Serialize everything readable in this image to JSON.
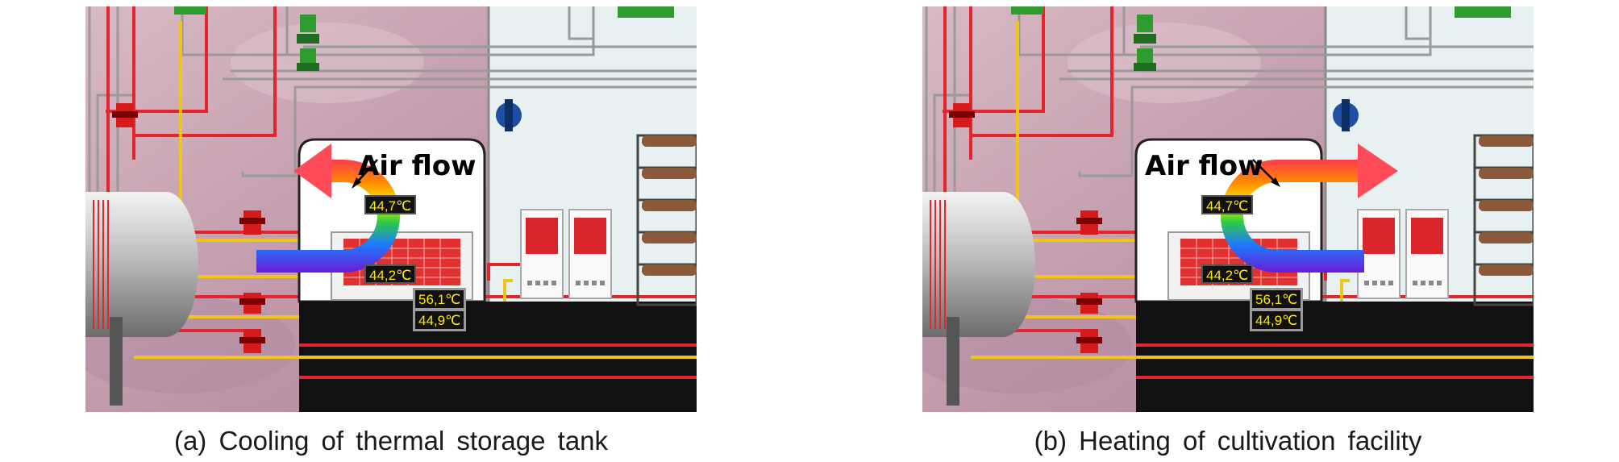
{
  "panels": [
    {
      "caption": "(a) Cooling of thermal storage tank",
      "airflow_label": "Air flow",
      "airflow_direction": "left",
      "readouts": {
        "upper": "44,7℃",
        "lower": "44,2℃",
        "pipe_hot": "56,1℃",
        "pipe_cold": "44,9℃"
      }
    },
    {
      "caption": "(b) Heating of cultivation facility",
      "airflow_label": "Air flow",
      "airflow_direction": "right",
      "readouts": {
        "upper": "44,7℃",
        "lower": "44,2℃",
        "pipe_hot": "56,1℃",
        "pipe_cold": "44,9℃"
      }
    }
  ],
  "colors": {
    "hot_pipe": "#e3262b",
    "cold_pipe": "#f0c419",
    "grey_pipe": "#9a9a9a",
    "lcd_text": "#ffe600",
    "room_fill": "#e7f1f2",
    "floor": "#111111"
  }
}
